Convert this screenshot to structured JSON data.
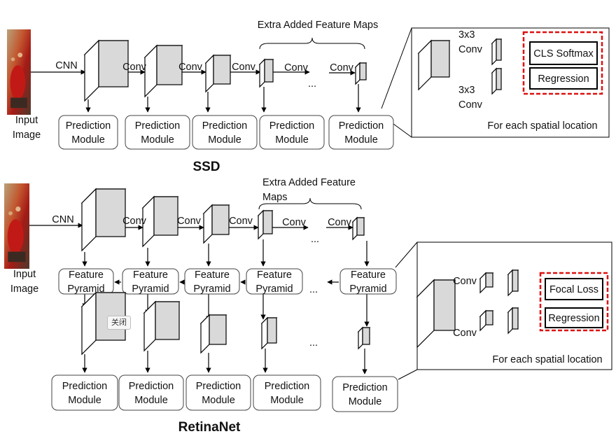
{
  "ssd": {
    "title": "SSD",
    "input_label": [
      "Input",
      "Image"
    ],
    "cnn_label": "CNN",
    "conv_label": "Conv",
    "extra_label": "Extra Added Feature Maps",
    "ellipsis": "...",
    "prediction_label": [
      "Prediction",
      "Module"
    ],
    "head": {
      "conv_label": [
        "3x3",
        "Conv"
      ],
      "cls": "CLS Softmax",
      "reg": "Regression",
      "caption": "For each  spatial location"
    }
  },
  "retinanet": {
    "title": "RetinaNet",
    "input_label": [
      "Input",
      "Image"
    ],
    "cnn_label": "CNN",
    "conv_label": "Conv",
    "extra_label": [
      "Extra Added Feature",
      "Maps"
    ],
    "ellipsis": "...",
    "pyramid_label": [
      "Feature",
      "Pyramid"
    ],
    "prediction_label": [
      "Prediction",
      "Module"
    ],
    "head": {
      "conv_label": "Conv",
      "cls": "Focal Loss",
      "reg": "Regression",
      "caption": "For each  spatial location"
    }
  },
  "tooltip": "关闭",
  "colors": {
    "block_front": "#d9d9d9",
    "block_side": "#ffffff",
    "stroke": "#000000",
    "dashed_box": "#dd1111"
  },
  "icons": {
    "input_image": "photo-thumbnail"
  }
}
